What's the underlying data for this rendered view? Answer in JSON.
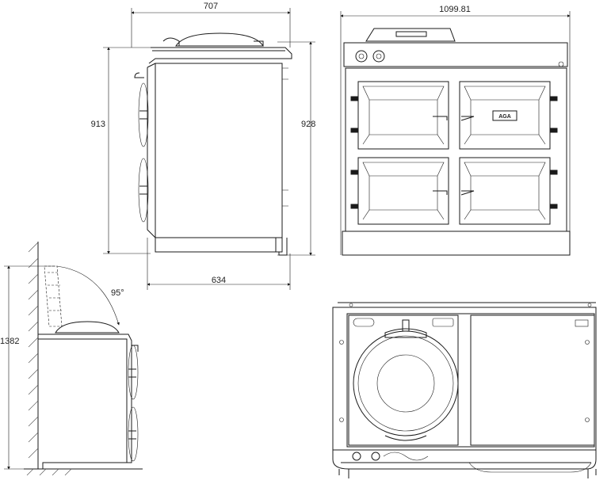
{
  "dimensions": {
    "side_depth": "707",
    "side_height_body": "913",
    "side_height_total": "928",
    "side_base_depth": "634",
    "front_width": "1099.81",
    "lid_height_open": "1382",
    "lid_angle": "95°"
  },
  "badge": "AGA"
}
